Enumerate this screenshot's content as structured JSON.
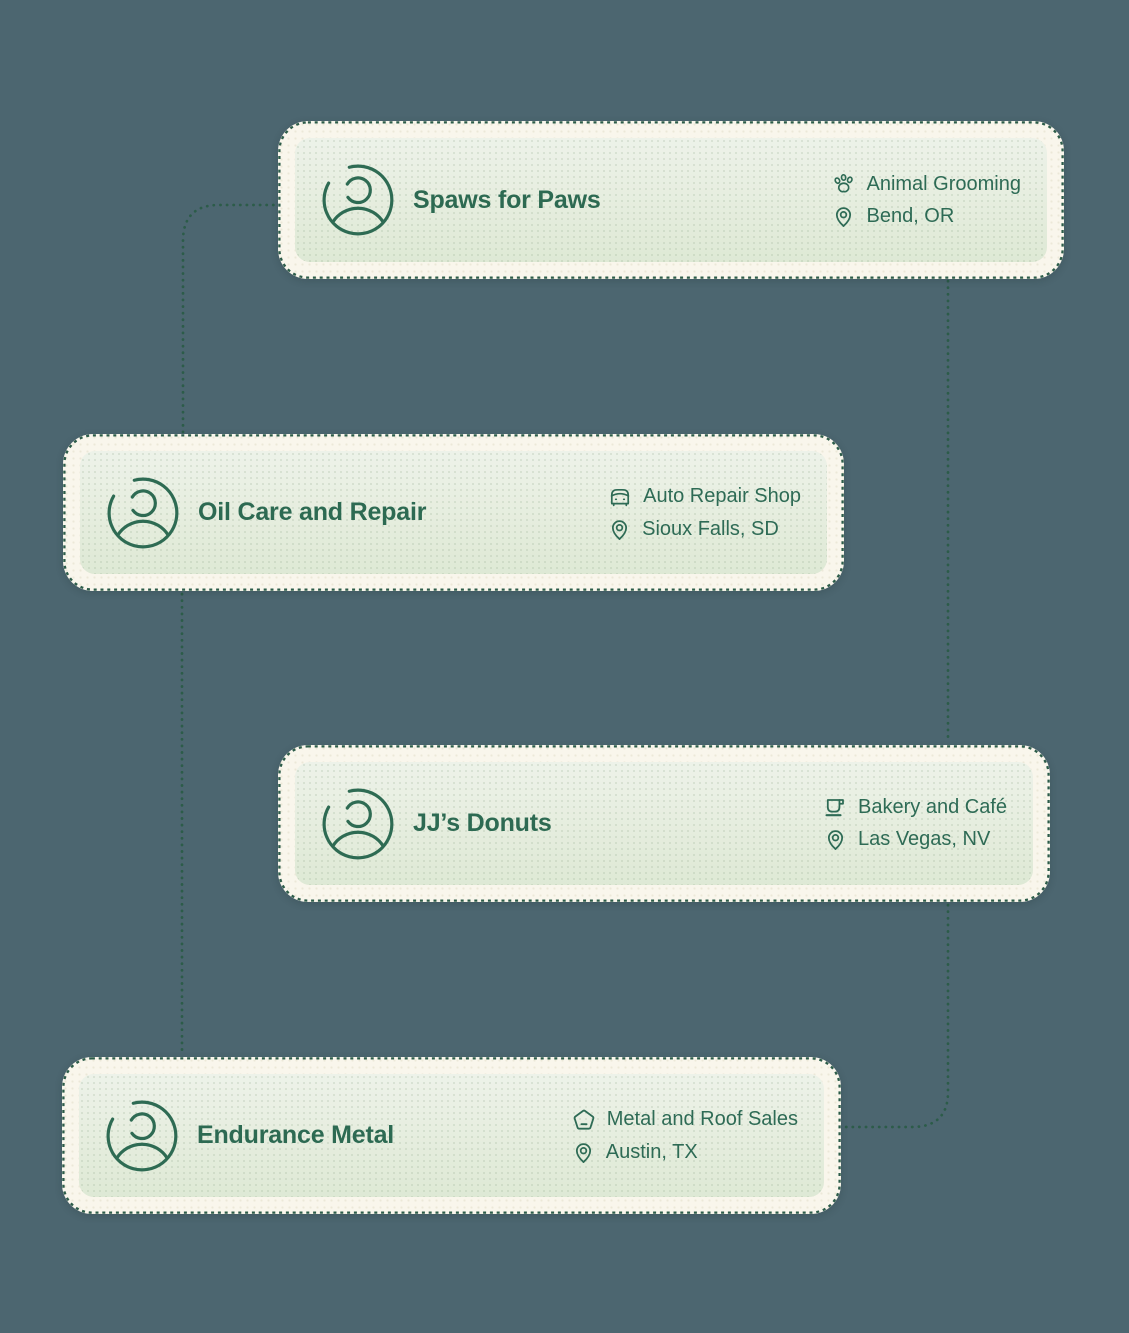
{
  "background_color": "#4C6670",
  "theme": {
    "card_outer_color": "#F9F6EC",
    "card_inner_gradient_top": "#EDF2E9",
    "card_inner_gradient_bottom": "#DEE9D5",
    "stitch_and_connector_color": "#2C5C49",
    "text_color": "#2E6B55"
  },
  "cards": [
    {
      "name": "Spaws for Paws",
      "category": "Animal Grooming",
      "category_icon": "paw-icon",
      "location": "Bend, OR"
    },
    {
      "name": "Oil Care and Repair",
      "category": "Auto Repair Shop",
      "category_icon": "car-icon",
      "location": "Sioux Falls, SD"
    },
    {
      "name": "JJ’s Donuts",
      "category": "Bakery and Café",
      "category_icon": "coffee-cup-icon",
      "location": "Las Vegas, NV"
    },
    {
      "name": "Endurance Metal",
      "category": "Metal and Roof Sales",
      "category_icon": "pentagon-icon",
      "location": "Austin, TX"
    }
  ],
  "connections": [
    {
      "from": "Spaws for Paws",
      "to": "Oil Care and Repair",
      "side": "left"
    },
    {
      "from": "Spaws for Paws",
      "to": "JJ’s Donuts",
      "side": "right"
    },
    {
      "from": "Oil Care and Repair",
      "to": "Endurance Metal",
      "side": "left"
    },
    {
      "from": "JJ’s Donuts",
      "to": "Endurance Metal",
      "side": "right"
    }
  ]
}
